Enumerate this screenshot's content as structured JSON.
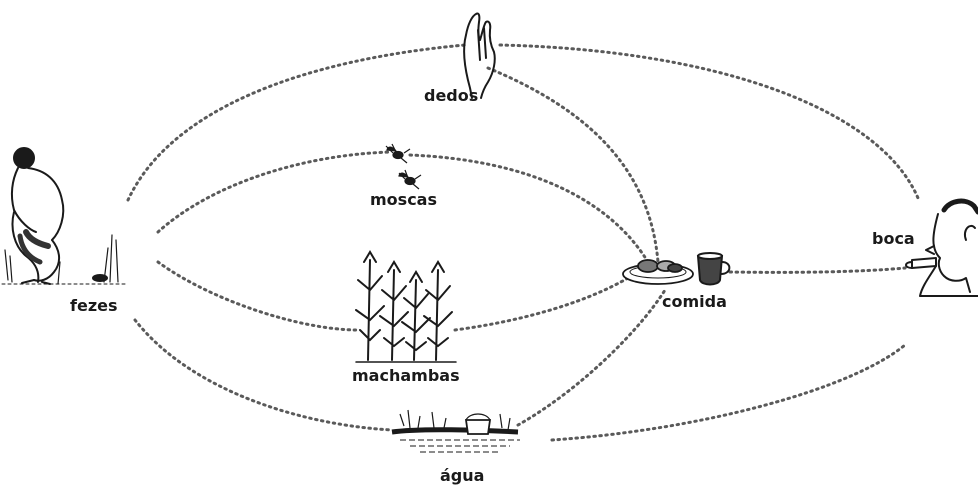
{
  "labels": {
    "fingers": "dedos",
    "flies": "moscas",
    "feces": "fezes",
    "fields": "machambas",
    "food": "comida",
    "mouth": "boca",
    "water": "água"
  },
  "icons": [
    "hand-icon",
    "fly-icon",
    "squatting-person-icon",
    "crops-icon",
    "plate-food-icon",
    "cup-icon",
    "person-eating-icon",
    "water-bucket-icon"
  ],
  "colors": {
    "ink": "#1a1a1a",
    "background": "#ffffff"
  }
}
